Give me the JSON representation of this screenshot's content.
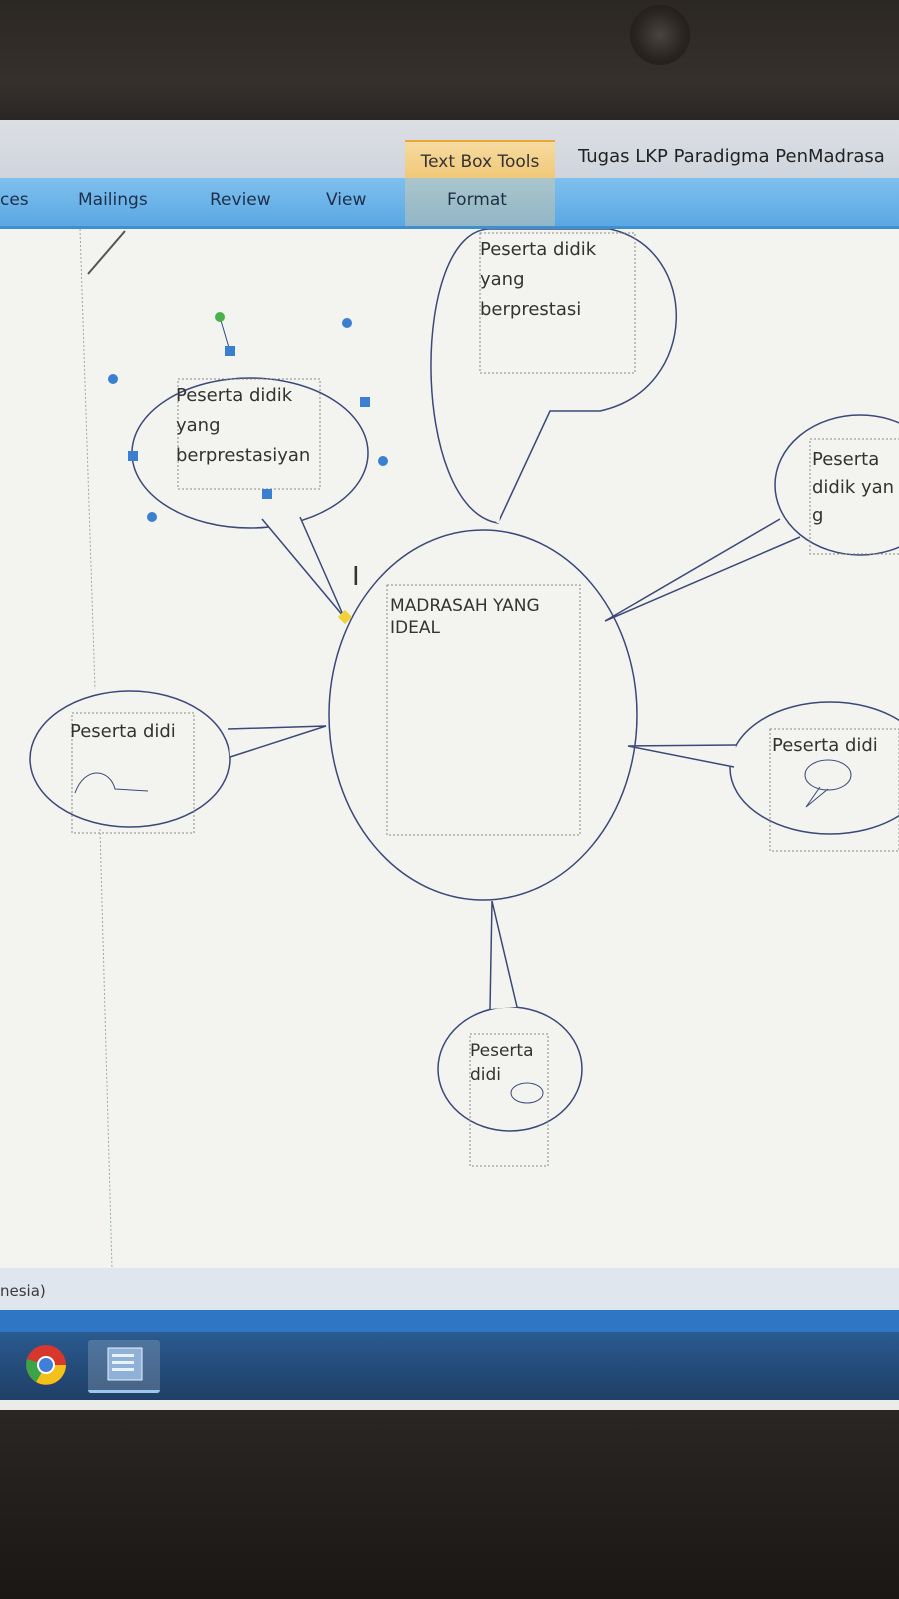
{
  "window": {
    "context_tab": "Text Box Tools",
    "document_title": "Tugas LKP Paradigma PenMadrasa"
  },
  "ribbon": {
    "tabs": [
      "ces",
      "Mailings",
      "Review",
      "View"
    ],
    "active_context_tab": "Format"
  },
  "diagram": {
    "center": "MADRASAH YANG IDEAL",
    "callouts": [
      {
        "id": "top",
        "lines": [
          "Peserta didik",
          "yang",
          "berprestasi"
        ]
      },
      {
        "id": "top-left",
        "lines": [
          "Peserta didik",
          "yang",
          "berprestasiyan"
        ]
      },
      {
        "id": "right",
        "lines": [
          "Peserta",
          "didik yan",
          "g"
        ]
      },
      {
        "id": "left",
        "lines": [
          "Peserta didi"
        ]
      },
      {
        "id": "right-lower",
        "lines": [
          "Peserta didi"
        ]
      },
      {
        "id": "bottom",
        "lines": [
          "Peserta",
          "didi"
        ]
      }
    ]
  },
  "status": {
    "language": "nesia)"
  },
  "taskbar": {
    "apps": [
      "chrome-icon",
      "word-icon"
    ]
  }
}
